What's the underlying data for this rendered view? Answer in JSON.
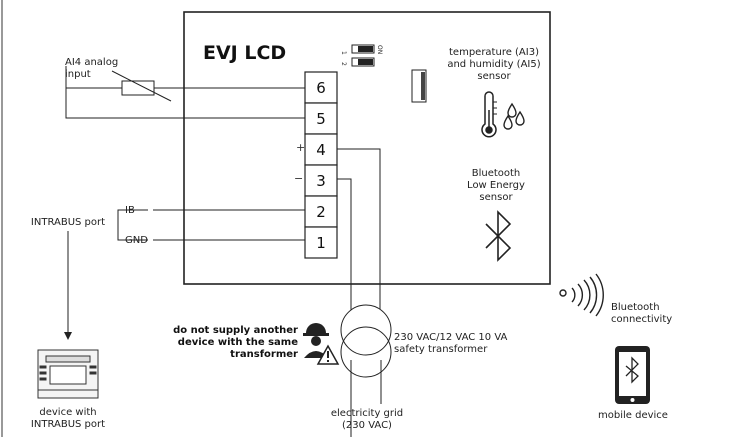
{
  "controller": {
    "title": "EVJ LCD",
    "dip_labels": [
      "1",
      "2",
      "ON"
    ]
  },
  "terminals": [
    "6",
    "5",
    "4",
    "3",
    "2",
    "1"
  ],
  "polarity": {
    "plus": "+",
    "minus": "−"
  },
  "labels": {
    "ai4": [
      "AI4 analog",
      "input"
    ],
    "temp_sensor": [
      "temperature (AI3)",
      "and humidity (AI5)",
      "sensor"
    ],
    "ble_sensor": [
      "Bluetooth",
      "Low Energy",
      "sensor"
    ],
    "ib": "IB",
    "gnd": "GND",
    "intrabus_port": "INTRABUS port",
    "device": [
      "device with",
      "INTRABUS port"
    ],
    "warning": [
      "do not supply another",
      "device with the same",
      "transformer"
    ],
    "transformer": [
      "230 VAC/12 VAC 10 VA",
      "safety transformer"
    ],
    "grid": [
      "electricity grid",
      "(230 VAC)"
    ],
    "connectivity": [
      "Bluetooth",
      "connectivity"
    ],
    "mobile": "mobile device"
  },
  "icons": [
    "thermometer-icon",
    "humidity-drops-icon",
    "bluetooth-icon",
    "wireless-signal-icon",
    "mobile-phone-icon",
    "warning-worker-icon",
    "din-rail-device-icon",
    "dip-switch-icon"
  ]
}
